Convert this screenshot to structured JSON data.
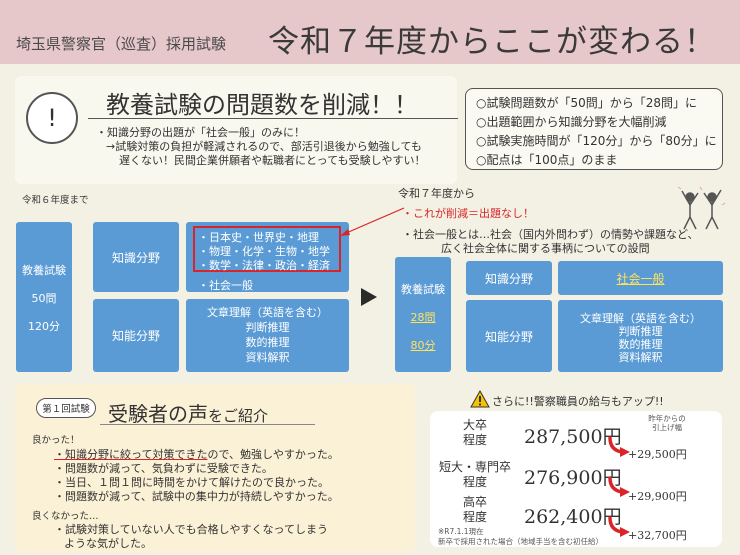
{
  "header": {
    "subtitle": "埼玉県警察官（巡査）採用試験",
    "headline": "令和７年度からここが変わる！"
  },
  "section1": {
    "alert_symbol": "!",
    "title": "教養試験の問題数を削減！！",
    "bullet1": "・知識分野の出題が「社会一般」のみに！",
    "bullet2": "→試験対策の負担が軽減されるので、部活引退後から勉強しても",
    "bullet3": "遅くない！民間企業併願者や転職者にとっても受験しやすい！"
  },
  "summary": {
    "lines": [
      "○試験問題数が「50問」から「28問」に",
      "○出題範囲から知識分野を大幅削減",
      "○試験実施時間が「120分」から「80分」に",
      "○配点は「100点」のまま"
    ]
  },
  "before": {
    "label": "令和６年度まで",
    "exam": "教養試験",
    "questions": "50問",
    "time": "120分",
    "knowledge": "知識分野",
    "ability": "知能分野",
    "subjects": [
      "・日本史・世界史・地理",
      "・物理・化学・生物・地学",
      "・数学・法律・政治・経済"
    ],
    "social": "・社会一般",
    "ability_items": [
      "文章理解（英語を含む）",
      "判断推理",
      "数的推理",
      "資料解釈"
    ]
  },
  "after": {
    "label": "令和７年度から",
    "note1": "・これが削減＝出題なし！",
    "note2": "・社会一般とは…社会（国内外問わず）の情勢や課題など、",
    "note3": "広く社会全体に関する事柄についての設問",
    "exam": "教養試験",
    "questions": "28問",
    "time": "80分",
    "knowledge": "知識分野",
    "ability": "知能分野",
    "social": "社会一般",
    "ability_items": [
      "文章理解（英語を含む）",
      "判断推理",
      "数的推理",
      "資料解釈"
    ]
  },
  "voices": {
    "badge": "第１回試験",
    "title_main": "受験者の声",
    "title_suffix": "をご紹介",
    "good_label": "良かった！",
    "good_underlined": "・知識分野に絞って対策できた",
    "good_rest": "ので、勉強しやすかった。",
    "good_items": [
      "・問題数が減って、気負わずに受験できた。",
      "・当日、１問１問に時間をかけて解けたので良かった。",
      "・問題数が減って、試験中の集中力が持続しやすかった。"
    ],
    "bad_label": "良くなかった…",
    "bad_items": [
      "・試験対策していない人でも合格しやすくなってしまう",
      "ような気がした。"
    ]
  },
  "salary": {
    "headline": "さらに!!警察職員の給与もアップ!!",
    "increase_header_1": "昨年からの",
    "increase_header_2": "引上げ幅",
    "rows": [
      {
        "label1": "大卒",
        "label2": "程度",
        "amount": "287,500円",
        "increase": "+29,500円"
      },
      {
        "label1": "短大・専門卒",
        "label2": "程度",
        "amount": "276,900円",
        "increase": "+29,900円"
      },
      {
        "label1": "高卒",
        "label2": "程度",
        "amount": "262,400円",
        "increase": "+32,700円"
      }
    ],
    "footnote1": "※R7.1.1現在",
    "footnote2": "新卒で採用された場合（地域手当を含む初任給）"
  },
  "colors": {
    "header_bg": "#e7c8ca",
    "page_bg": "#f3f1e4",
    "box_blue": "#5b9bd5",
    "highlight_red": "#d9252a",
    "highlight_yellow": "#ffe35a"
  }
}
